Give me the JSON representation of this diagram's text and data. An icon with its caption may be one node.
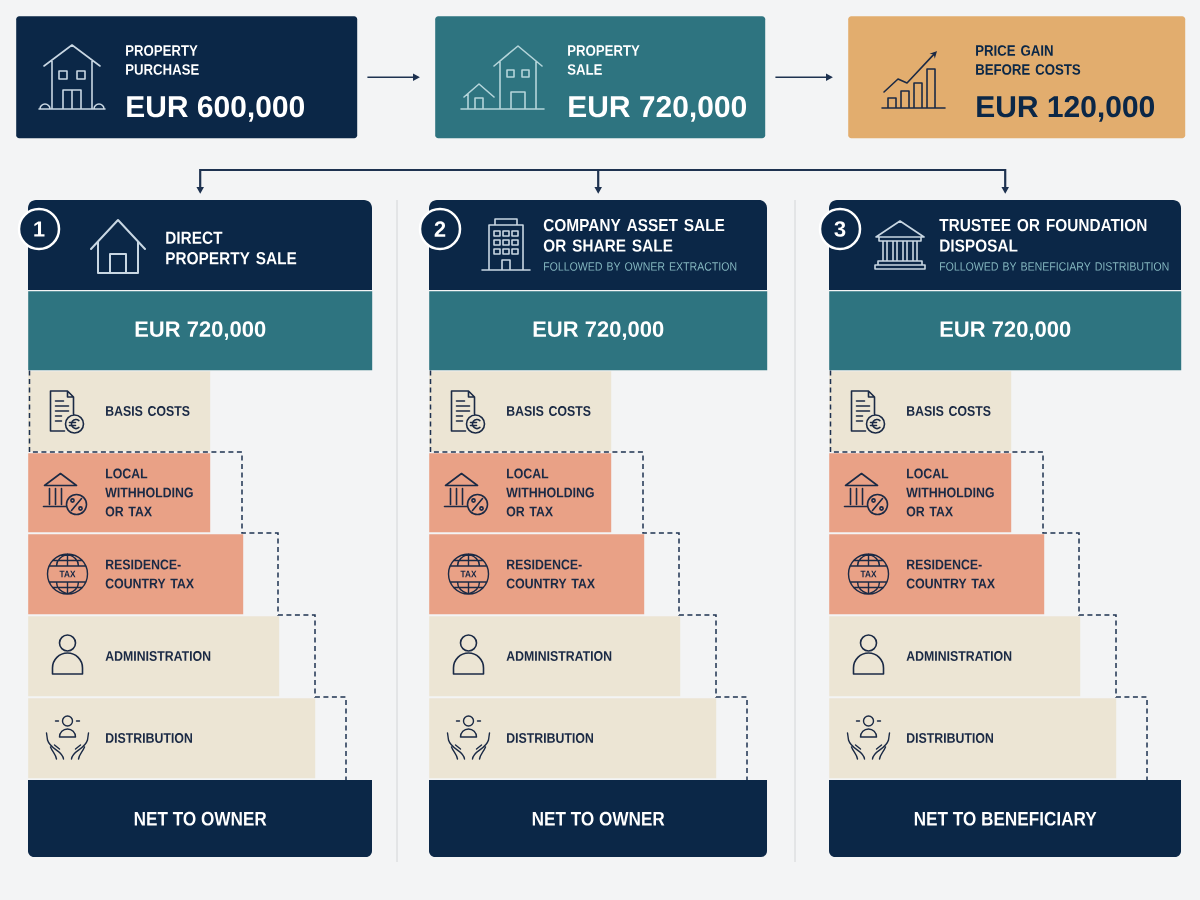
{
  "diagram": {
    "nodes": [
      {
        "text": [
          "PROPERTY PURCHASE",
          "EUR 600,000"
        ]
      },
      {
        "text": [
          "PROPERTY SALE",
          "EUR 720,000"
        ]
      },
      {
        "text": [
          "PRICE GAIN BEFORE COSTS",
          "EUR 120,000"
        ]
      },
      {
        "text": [
          "1"
        ]
      },
      {
        "text": [
          "DIRECT PROPERTY SALE"
        ]
      },
      {
        "text": [
          "EUR 720,000"
        ]
      },
      {
        "text": [
          "BASIS COSTS"
        ]
      },
      {
        "text": [
          "LOCAL WITHHOLDING OR TAX"
        ]
      },
      {
        "text": [
          "TAX",
          "RESIDENCE-COUNTRY TAX"
        ]
      },
      {
        "text": [
          "ADMINISTRATION"
        ]
      },
      {
        "text": [
          "DISTRIBUTION"
        ]
      },
      {
        "text": [
          "NET TO OWNER"
        ]
      },
      {
        "text": [
          "2"
        ]
      },
      {
        "text": [
          "COMPANY ASSET SALE OR SHARE SALE",
          "FOLLOWED BY OWNER EXTRACTION"
        ]
      },
      {
        "text": [
          "EUR 720,000"
        ]
      },
      {
        "text": [
          "BASIS COSTS"
        ]
      },
      {
        "text": [
          "LOCAL WITHHOLDING OR TAX"
        ]
      },
      {
        "text": [
          "TAX",
          "RESIDENCE-COUNTRY TAX"
        ]
      },
      {
        "text": [
          "ADMINISTRATION"
        ]
      },
      {
        "text": [
          "DISTRIBUTION"
        ]
      },
      {
        "text": [
          "NET TO OWNER"
        ]
      },
      {
        "text": [
          "3"
        ]
      },
      {
        "text": [
          "TRUSTEE OR FOUNDATION DISPOSAL",
          "FOLLOWED BY BENEFICIARY DISTRIBUTION"
        ]
      },
      {
        "text": [
          "EUR 720,000"
        ]
      },
      {
        "text": [
          "BASIS COSTS"
        ]
      },
      {
        "text": [
          "LOCAL WITHHOLDING OR TAX"
        ]
      },
      {
        "text": [
          "TAX",
          "RESIDENCE-COUNTRY TAX"
        ]
      },
      {
        "text": [
          "ADMINISTRATION"
        ]
      },
      {
        "text": [
          "DISTRIBUTION"
        ]
      },
      {
        "text": [
          "NET TO BENEFICIARY"
        ]
      }
    ],
    "edges": [
      {
        "from": 0,
        "to": 1,
        "arrow": "to"
      },
      {
        "from": 1,
        "to": 2,
        "arrow": "to"
      },
      {
        "from": null,
        "to": 4,
        "arrow": "to"
      },
      {
        "from": null,
        "to": 13,
        "arrow": "to"
      },
      {
        "from": null,
        "to": 22,
        "arrow": "to"
      },
      {
        "from": 5,
        "to": 11,
        "arrow": "none",
        "style": "dashed"
      },
      {
        "from": 14,
        "to": 20,
        "arrow": "none",
        "style": "dashed"
      },
      {
        "from": 23,
        "to": 29,
        "arrow": "none",
        "style": "dashed"
      }
    ]
  }
}
